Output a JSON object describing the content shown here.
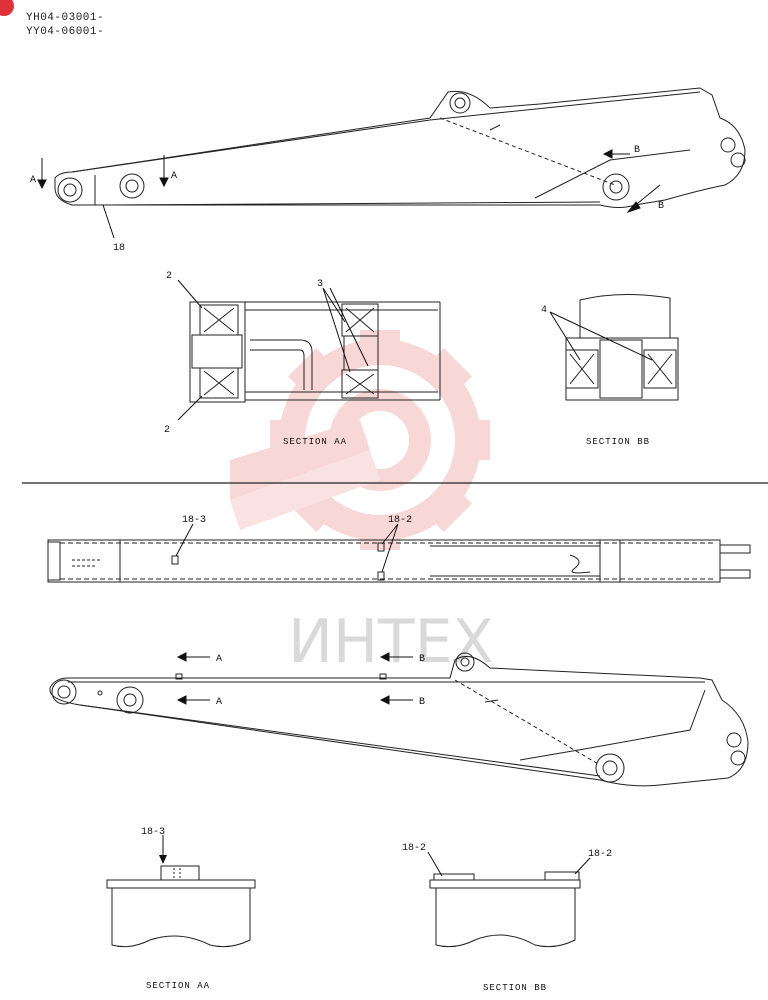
{
  "header": {
    "serial_1": "YH04-03001-",
    "serial_2": "YY04-06001-"
  },
  "top_view": {
    "section_a_marker": "A",
    "section_b_marker": "B",
    "part_18": "18"
  },
  "section_aa_top": {
    "part_2_upper": "2",
    "part_2_lower": "2",
    "part_3": "3",
    "title": "SECTION AA"
  },
  "section_bb_top": {
    "part_4": "4",
    "title": "SECTION BB"
  },
  "plan_view": {
    "part_18_3": "18-3",
    "part_18_2": "18-2"
  },
  "side_view": {
    "section_a_marker": "A",
    "section_b_marker": "B"
  },
  "section_aa_bottom": {
    "part_18_3": "18-3",
    "title": "SECTION AA"
  },
  "section_bb_bottom": {
    "part_18_2_left": "18-2",
    "part_18_2_right": "18-2",
    "title": "SECTION BB"
  },
  "watermark": {
    "text": "ИНТЕХ"
  },
  "colors": {
    "watermark_logo": "#f4b8b8",
    "corner_badge": "#e0303a"
  }
}
